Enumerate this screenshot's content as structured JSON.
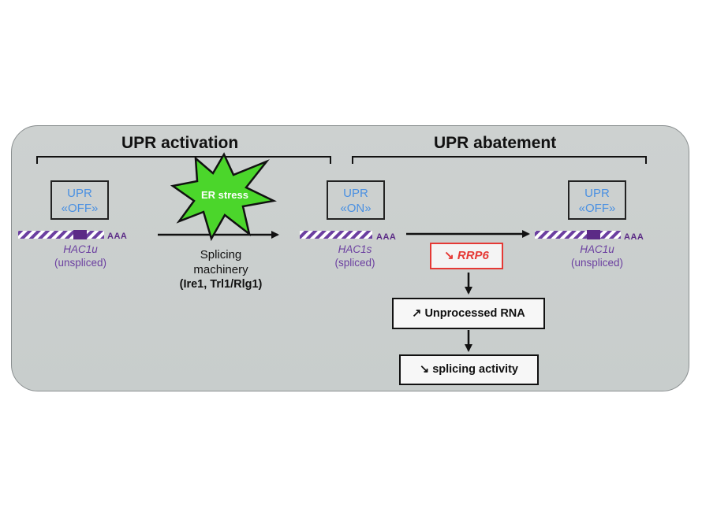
{
  "phases": {
    "activation": "UPR activation",
    "abatement": "UPR abatement"
  },
  "states": {
    "off_left": {
      "line1": "UPR",
      "line2": "«OFF»"
    },
    "on_middle": {
      "line1": "UPR",
      "line2": "«ON»"
    },
    "off_right": {
      "line1": "UPR",
      "line2": "«OFF»"
    }
  },
  "transcripts": {
    "left": {
      "name": "HAC1u",
      "status": "(unspliced)",
      "tail": "AAA"
    },
    "middle": {
      "name": "HAC1s",
      "status": "(spliced)",
      "tail": "AAA"
    },
    "right": {
      "name": "HAC1u",
      "status": "(unspliced)",
      "tail": "AAA"
    }
  },
  "stress": {
    "label": "ER stress",
    "color": "#4bd62b"
  },
  "splicing": {
    "line1": "Splicing",
    "line2": "machinery",
    "factors": "(Ire1, Trl1/Rlg1)"
  },
  "rrp6": {
    "arrow": "↘",
    "name": "RRP6",
    "color": "#e53935"
  },
  "outcomes": {
    "unprocessed": {
      "arrow": "↗",
      "label": "Unprocessed RNA"
    },
    "splicing_activity": {
      "arrow": "↘",
      "label": "splicing activity"
    }
  },
  "colors": {
    "state_text": "#4a90e2",
    "transcript": "#6b3fa0",
    "intron": "#5b2a86"
  }
}
